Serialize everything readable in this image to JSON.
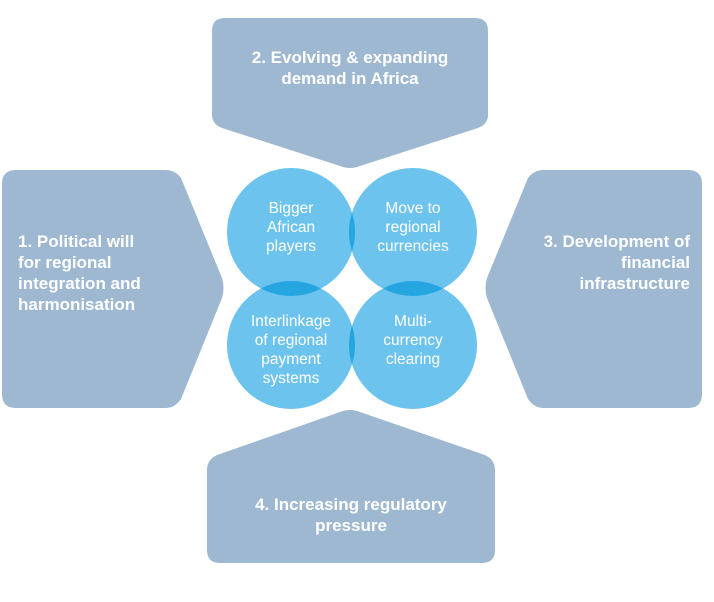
{
  "colors": {
    "driver_fill": "#9db8d0",
    "circle_fill": "#6cc3ee",
    "circle_overlap": "#25a6e0",
    "text": "#ffffff"
  },
  "drivers": {
    "left": "1. Political will\nfor regional\nintegration and\nharmonisation",
    "top": "2. Evolving & expanding\ndemand in Africa",
    "right": "3. Development of\nfinancial\ninfrastructure",
    "bottom": "4. Increasing regulatory\npressure"
  },
  "circles": {
    "top_left": "Bigger\nAfrican\nplayers",
    "top_right": "Move to\nregional\ncurrencies",
    "bottom_left": "Interlinkage\nof regional\npayment\nsystems",
    "bottom_right": "Multi-\ncurrency\nclearing"
  }
}
